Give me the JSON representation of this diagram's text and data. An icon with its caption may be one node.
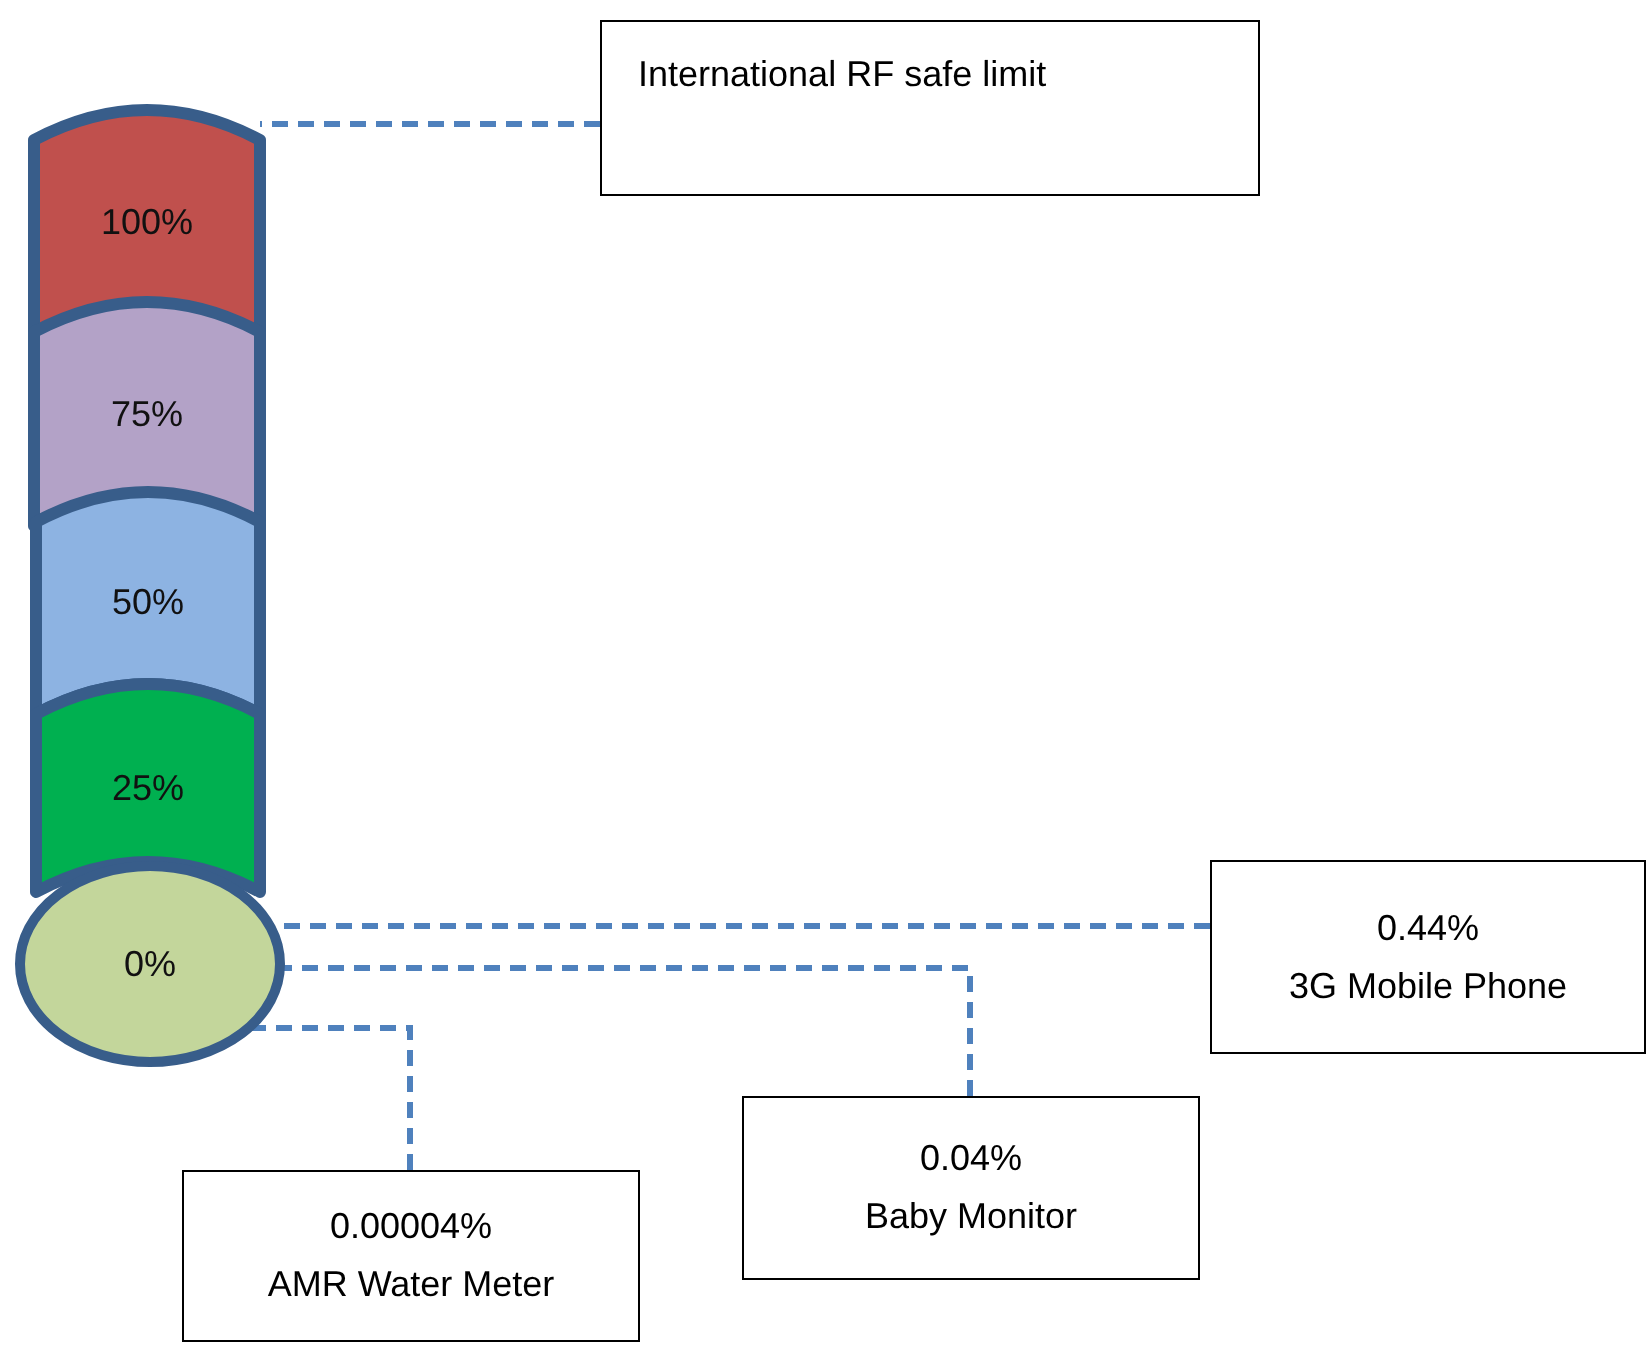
{
  "diagram": {
    "nodes": [
      {
        "text": [
          "International RF safe limit"
        ]
      },
      {
        "text": [
          "100%"
        ]
      },
      {
        "text": [
          "75%"
        ]
      },
      {
        "text": [
          "50%"
        ]
      },
      {
        "text": [
          "25%"
        ]
      },
      {
        "text": [
          "0%"
        ]
      },
      {
        "text": [
          "0.44%",
          "3G Mobile Phone"
        ]
      },
      {
        "text": [
          "0.04%",
          "Baby Monitor"
        ]
      },
      {
        "text": [
          "0.00004%",
          "AMR Water Meter"
        ]
      }
    ],
    "edges": [
      {
        "from": 0,
        "to": 1,
        "arrow": "none",
        "style": "dashed"
      },
      {
        "from": 6,
        "to": 5,
        "arrow": "none",
        "style": "dashed"
      },
      {
        "from": 7,
        "to": 5,
        "arrow": "none",
        "style": "dashed"
      },
      {
        "from": 8,
        "to": 5,
        "arrow": "none",
        "style": "dashed"
      }
    ]
  }
}
